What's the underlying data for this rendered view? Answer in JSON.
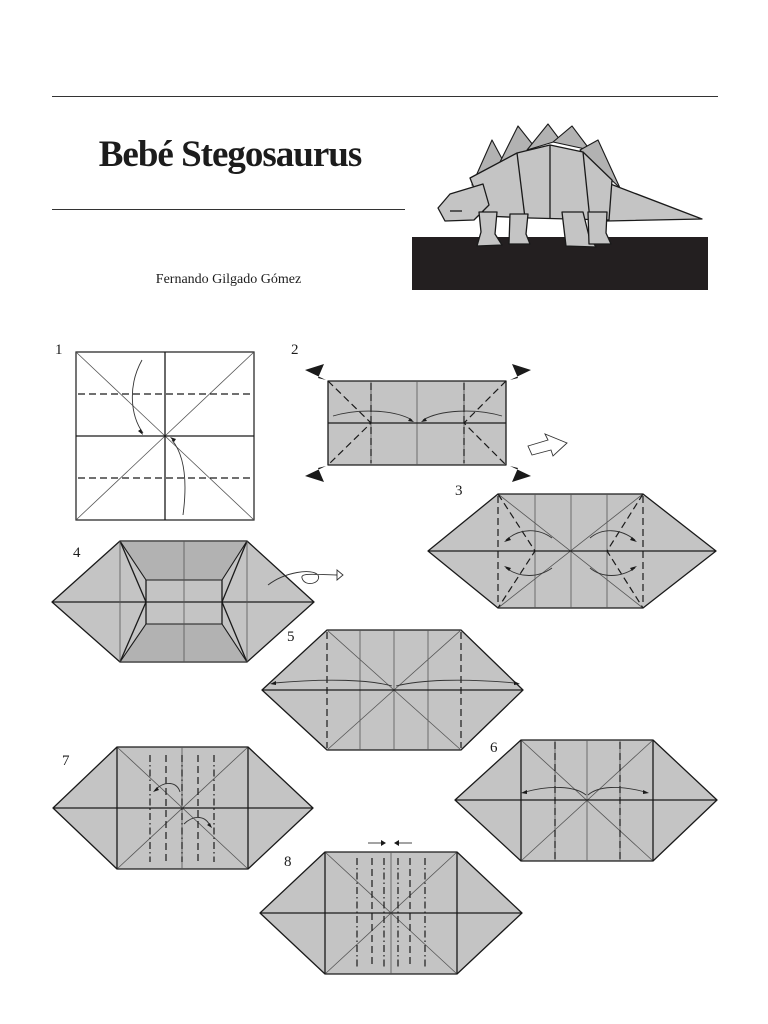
{
  "header": {
    "title": "Bebé Stegosaurus",
    "author": "Fernando Gilgado Gómez"
  },
  "steps": [
    {
      "number": "1",
      "name": "step-1"
    },
    {
      "number": "2",
      "name": "step-2"
    },
    {
      "number": "3",
      "name": "step-3"
    },
    {
      "number": "4",
      "name": "step-4"
    },
    {
      "number": "5",
      "name": "step-5"
    },
    {
      "number": "6",
      "name": "step-6"
    },
    {
      "number": "7",
      "name": "step-7"
    },
    {
      "number": "8",
      "name": "step-8"
    }
  ],
  "colors": {
    "paper": "#c4c4c4",
    "ink": "#1a1a1a",
    "stand": "#231f20"
  }
}
